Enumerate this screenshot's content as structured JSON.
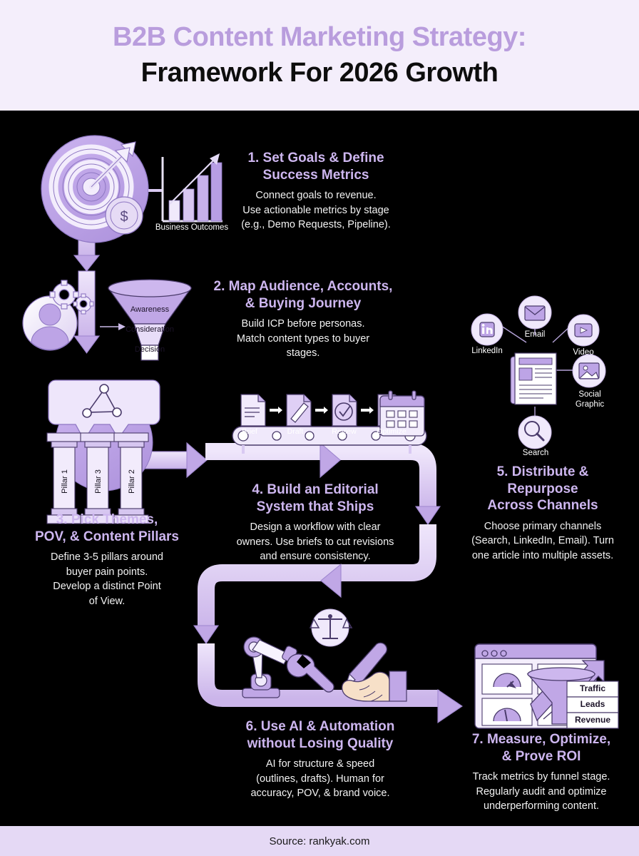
{
  "header": {
    "title_line1": "B2B Content Marketing Strategy:",
    "title_line2": "Framework For 2026 Growth",
    "accent_color": "#b99ddd",
    "bg_color": "#f4eefb"
  },
  "footer": {
    "source": "Source: rankyak.com",
    "bg_color": "#e5d9f5"
  },
  "theme": {
    "background": "#000000",
    "flow_fill": "#ded0f5",
    "flow_arrow": "#b9a0e0",
    "icon_light": "#ece4f8",
    "icon_mid": "#b49ae0",
    "title_color": "#cdb6ef",
    "body_color": "#f2f2f2"
  },
  "steps": [
    {
      "number": "1",
      "title": "1. Set Goals & Define\nSuccess Metrics",
      "body": "Connect goals to revenue.\nUse actionable metrics by stage\n(e.g., Demo Requests, Pipeline)."
    },
    {
      "number": "2",
      "title": "2. Map Audience, Accounts,\n& Buying Journey",
      "body": "Build ICP before personas.\nMatch content types to buyer\nstages."
    },
    {
      "number": "3",
      "title": "3. Pick Themes,\nPOV, & Content Pillars",
      "body": "Define 3-5 pillars around\nbuyer pain points.\nDevelop a distinct Point\nof View."
    },
    {
      "number": "4",
      "title": "4. Build an Editorial\nSystem that Ships",
      "body": "Design a workflow with clear\nowners. Use briefs to cut revisions\nand ensure consistency."
    },
    {
      "number": "5",
      "title": "5. Distribute &\nRepurpose\nAcross Channels",
      "body": "Choose primary channels\n(Search, LinkedIn, Email). Turn\none article into multiple assets."
    },
    {
      "number": "6",
      "title": "6. Use AI & Automation\nwithout Losing Quality",
      "body": "AI for structure & speed\n(outlines, drafts). Human for\naccuracy, POV, & brand voice."
    },
    {
      "number": "7",
      "title": "7. Measure, Optimize,\n& Prove ROI",
      "body": "Track metrics by funnel stage.\nRegularly audit and optimize\nunderperforming content."
    }
  ],
  "illustrations": {
    "step1": {
      "icons": [
        "target-dartboard-icon",
        "dollar-coin-icon",
        "growth-bar-chart-icon"
      ],
      "chart_caption": "Business Outcomes"
    },
    "step2": {
      "icons": [
        "user-persona-icon",
        "gears-icon",
        "funnel-icon"
      ],
      "funnel_stages": [
        "Awareness",
        "Consideration",
        "Decision"
      ]
    },
    "step3": {
      "icons": [
        "network-nodes-icon",
        "greek-pillars-icon"
      ],
      "pillars": [
        "Pillar 1",
        "Pillar 3",
        "Pillar 2"
      ]
    },
    "step4": {
      "icons": [
        "document-brief-icon",
        "pencil-draft-icon",
        "check-review-icon",
        "share-optimize-icon",
        "calendar-icon"
      ],
      "workflow": [
        "Brief",
        "Draft",
        "Review",
        "Optimize"
      ]
    },
    "step5": {
      "icons": [
        "linkedin-icon",
        "email-icon",
        "video-icon",
        "image-icon",
        "search-icon",
        "article-icon"
      ],
      "channels": [
        "LinkedIn",
        "Email",
        "Video",
        "Social\nGraphic",
        "Search"
      ]
    },
    "step6": {
      "icons": [
        "robot-arm-icon",
        "wrench-icon",
        "scales-balance-icon",
        "hand-pen-icon"
      ]
    },
    "step7": {
      "icons": [
        "dashboard-icon",
        "gauge-icon",
        "line-chart-icon",
        "funnel-icon",
        "up-arrow-icon"
      ],
      "metrics": [
        "Traffic",
        "Leads",
        "Revenue"
      ]
    }
  }
}
